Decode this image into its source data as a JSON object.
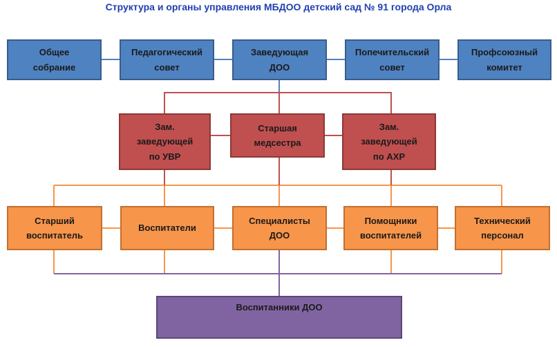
{
  "title": "Структура и органы управления МБДОО детский сад № 91 города Орла",
  "colors": {
    "blue": "#4f82c0",
    "red": "#c04f4f",
    "orange": "#f7954a",
    "purple": "#8064a2",
    "title": "#1f3fae"
  },
  "level1": [
    {
      "label": "Общее\nсобрание"
    },
    {
      "label": "Педагогический\nсовет"
    },
    {
      "label": "Заведующая\nДОО"
    },
    {
      "label": "Попечительский\nсовет"
    },
    {
      "label": "Профсоюзный\nкомитет"
    }
  ],
  "level2": [
    {
      "label": "Зам.\nзаведующей\nпо УВР"
    },
    {
      "label": "Старшая\nмедсестра"
    },
    {
      "label": "Зам.\nзаведующей\nпо АХР"
    }
  ],
  "level3": [
    {
      "label": "Старший\nвоспитатель"
    },
    {
      "label": "Воспитатели"
    },
    {
      "label": "Специалисты\nДОО"
    },
    {
      "label": "Помощники\nвоспитателей"
    },
    {
      "label": "Технический\nперсонал"
    }
  ],
  "level4": {
    "label": "Воспитанники ДОО"
  }
}
